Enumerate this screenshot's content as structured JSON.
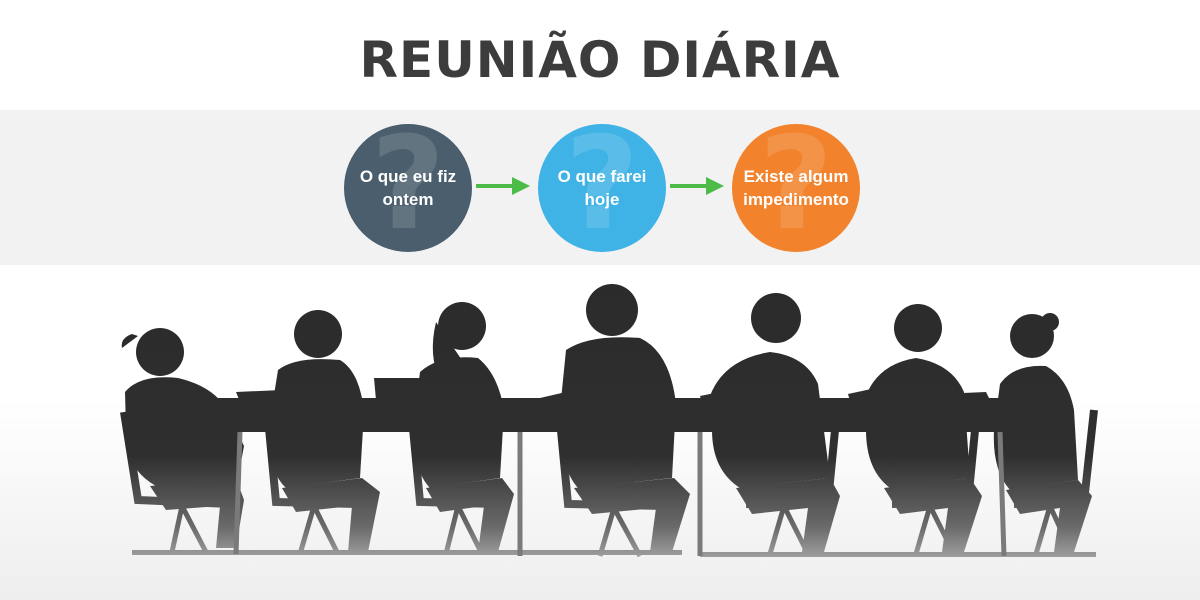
{
  "title": "REUNIÃO DIÁRIA",
  "steps": [
    {
      "label": "O que eu fiz ontem",
      "color": "#4a5e6d"
    },
    {
      "label": "O que farei hoje",
      "color": "#3fb2e6"
    },
    {
      "label": "Existe algum impedimento",
      "color": "#f2822b"
    }
  ],
  "colors": {
    "arrow": "#4cbb47",
    "silhouette": "#2b2b2b",
    "band": "#f2f2f2"
  },
  "icons": [
    "question-mark-icon",
    "arrow-right-icon",
    "meeting-silhouette-illustration"
  ]
}
